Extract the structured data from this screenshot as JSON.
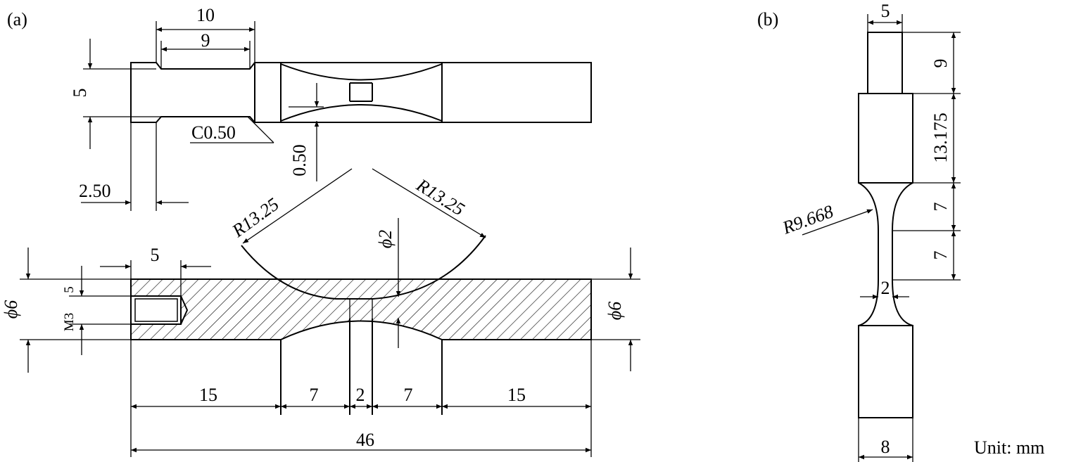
{
  "panel_a": {
    "tag": "(a)",
    "top_view": {
      "dim_top_outer": "10",
      "dim_top_inner": "9",
      "dim_height": "5",
      "chamfer": "C0.50",
      "dim_depth": "0.50",
      "dim_offset": "2.50"
    },
    "arc_view": {
      "radius_left": "R13.25",
      "radius_right": "R13.25",
      "neck_diameter": "ϕ2"
    },
    "section_view": {
      "thread_depth": "5",
      "thread_size": "M3",
      "thread_len": "5",
      "diameter_left": "ϕ6",
      "diameter_right": "ϕ6",
      "seg1": "15",
      "seg2": "7",
      "seg3": "2",
      "seg4": "7",
      "seg5": "15",
      "total": "46"
    }
  },
  "panel_b": {
    "tag": "(b)",
    "dim_top_width": "5",
    "dim_grip1": "9",
    "dim_grip2": "13.175",
    "dim_fillet1": "7",
    "dim_fillet2": "7",
    "radius": "R9.668",
    "neck_width": "2",
    "bottom_width": "8"
  },
  "unit": "Unit: mm"
}
